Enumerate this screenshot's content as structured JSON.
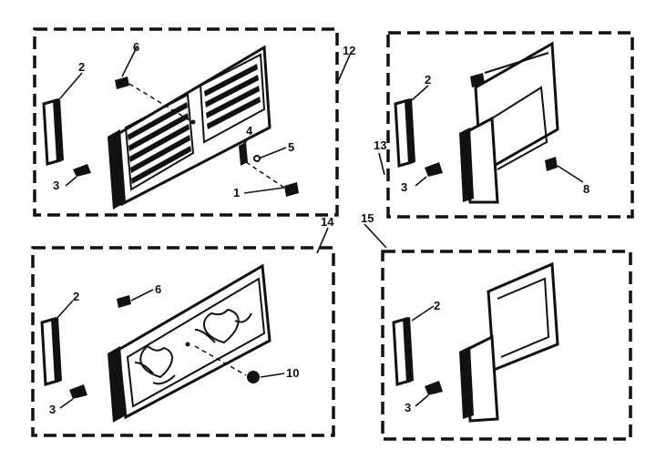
{
  "callouts": {
    "p1": "1",
    "p2a": "2",
    "p2b": "2",
    "p2c": "2",
    "p2d": "2",
    "p3a": "3",
    "p3b": "3",
    "p3c": "3",
    "p3d": "3",
    "p4": "4",
    "p5": "5",
    "p6a": "6",
    "p6b": "6",
    "p8": "8",
    "p10": "10",
    "p12": "12",
    "p13": "13",
    "p14": "14",
    "p15": "15"
  }
}
